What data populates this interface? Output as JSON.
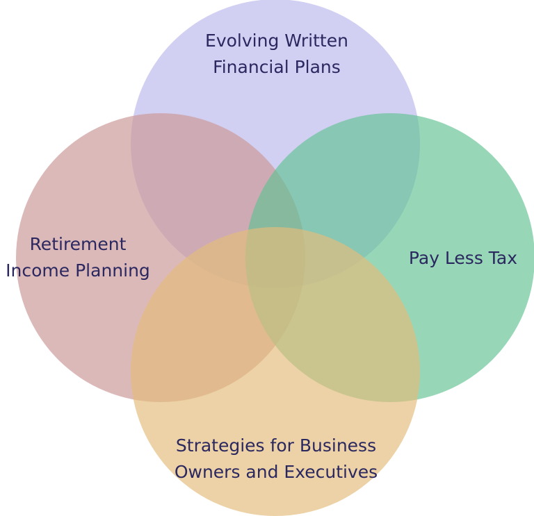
{
  "colors": {
    "top": "#bcb9ec",
    "left": "#cc9898",
    "right": "#5fc290",
    "bottom": "#e3bd7c",
    "text": "#2b2860"
  },
  "circles": [
    {
      "id": "top",
      "lines": [
        "Evolving Written",
        "Financial Plans"
      ]
    },
    {
      "id": "left",
      "lines": [
        "Retirement",
        "Income Planning"
      ]
    },
    {
      "id": "right",
      "lines": [
        "Pay Less Tax"
      ]
    },
    {
      "id": "bottom",
      "lines": [
        "Strategies for Business",
        "Owners and Executives"
      ]
    }
  ]
}
